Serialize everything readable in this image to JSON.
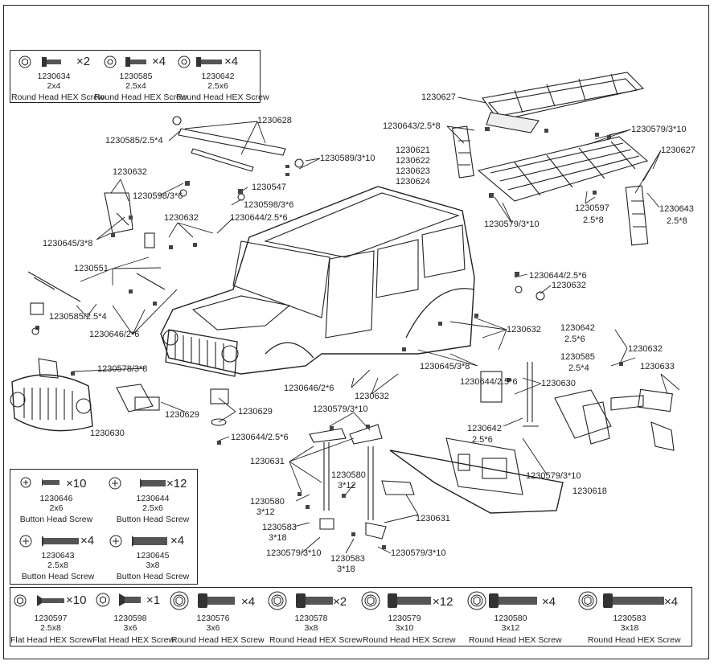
{
  "top_legend": [
    {
      "code": "1230634",
      "size": "2x4",
      "qty": "×2",
      "type": "Round Head HEX Screw"
    },
    {
      "code": "1230585",
      "size": "2.5x4",
      "qty": "×4",
      "type": "Round Head HEX Screw"
    },
    {
      "code": "1230642",
      "size": "2.5x6",
      "qty": "×4",
      "type": "Round Head HEX Screw"
    }
  ],
  "mid_legend": [
    {
      "code": "1230646",
      "size": "2x6",
      "qty": "×10",
      "type": "Button Head Screw"
    },
    {
      "code": "1230644",
      "size": "2.5x6",
      "qty": "×12",
      "type": "Button Head Screw"
    },
    {
      "code": "1230643",
      "size": "2.5x8",
      "qty": "×4",
      "type": "Button Head Screw"
    },
    {
      "code": "1230645",
      "size": "3x8",
      "qty": "×4",
      "type": "Button Head Screw"
    }
  ],
  "bottom_legend": [
    {
      "code": "1230597",
      "size": "2.5x8",
      "qty": "×10",
      "type": "Flat Head HEX Screw"
    },
    {
      "code": "1230598",
      "size": "3x6",
      "qty": "×1",
      "type": "Flat Head HEX Screw"
    },
    {
      "code": "1230576",
      "size": "3x6",
      "qty": "×4",
      "type": "Round Head HEX Screw"
    },
    {
      "code": "1230578",
      "size": "3x8",
      "qty": "×2",
      "type": "Round Head HEX Screw"
    },
    {
      "code": "1230579",
      "size": "3x10",
      "qty": "×12",
      "type": "Round Head HEX Screw"
    },
    {
      "code": "1230580",
      "size": "3x12",
      "qty": "×4",
      "type": "Round Head HEX Screw"
    },
    {
      "code": "1230583",
      "size": "3x18",
      "qty": "×4",
      "type": "Round Head HEX Screw"
    }
  ],
  "callouts": {
    "c1230627_a": "1230627",
    "c1230643_a": "1230643/2.5*8",
    "c1230579_a": "1230579/3*10",
    "c1230627_b": "1230627",
    "c1230643_b1": "1230643",
    "c1230643_b2": "2.5*8",
    "c1230597_1": "1230597",
    "c1230597_2": "2.5*8",
    "c1230579_b": "1230579/3*10",
    "c1230628": "1230628",
    "c1230585_a": "1230585/2.5*4",
    "c1230589": "1230589/3*10",
    "c1230621": "1230621",
    "c1230622": "1230622",
    "c1230623": "1230623",
    "c1230624": "1230624",
    "c1230632_a": "1230632",
    "c1230598_a": "1230598/3*6",
    "c1230547": "1230547",
    "c1230598_b": "1230598/3*6",
    "c1230632_b": "1230632",
    "c1230644_a": "1230644/2.5*6",
    "c1230645_a": "1230645/3*8",
    "c1230551": "1230551",
    "c1230585_b": "1230585/2.5*4",
    "c1230646_a": "1230646/2*6",
    "c1230644_b": "1230644/2.5*6",
    "c1230632_c": "1230632",
    "c1230632_d": "1230632",
    "c1230642_1": "1230642",
    "c1230642_2": "2.5*6",
    "c1230632_e": "1230632",
    "c1230585_c1": "1230585",
    "c1230585_c2": "2.5*4",
    "c1230633": "1230633",
    "c1230645_b": "1230645/3*8",
    "c1230644_c": "1230644/2.5*6",
    "c1230630_a": "1230630",
    "c1230578": "1230578/3*8",
    "c1230646_b": "1230646/2*6",
    "c1230632_f": "1230632",
    "c1230629_a": "1230629",
    "c1230629_b": "1230629",
    "c1230579_c": "1230579/3*10",
    "c1230642_b1": "1230642",
    "c1230642_b2": "2.5*6",
    "c1230630_b": "1230630",
    "c1230644_d": "1230644/2.5*6",
    "c1230631_a": "1230631",
    "c1230580_a1": "1230580",
    "c1230580_a2": "3*12",
    "c1230580_b1": "1230580",
    "c1230580_b2": "3*12",
    "c1230579_d": "1230579/3*10",
    "c1230618": "1230618",
    "c1230583_a1": "1230583",
    "c1230583_a2": "3*18",
    "c1230631_b": "1230631",
    "c1230579_e": "1230579/3*10",
    "c1230583_b1": "1230583",
    "c1230583_b2": "3*18",
    "c1230579_f": "1230579/3*10"
  }
}
